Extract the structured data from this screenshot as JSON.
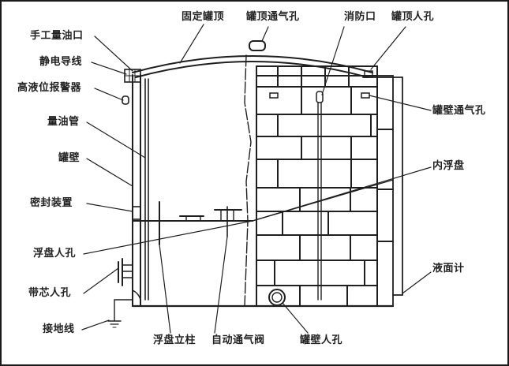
{
  "diagram": {
    "type": "internal floating roof storage tank cross-section",
    "stroke_color": "#1f1f1f",
    "background": "#ffffff",
    "labels": {
      "manual_gauge_hatch": "手工量油口",
      "static_conductor": "静电导线",
      "high_level_alarm": "高液位报警器",
      "gauge_pipe": "量油管",
      "tank_wall": "罐壁",
      "seal_device": "密封装置",
      "floating_roof_manhole": "浮盘人孔",
      "core_manhole": "带芯人孔",
      "grounding_wire": "接地线",
      "fixed_roof": "固定罐顶",
      "roof_vent": "罐顶通气孔",
      "fire_port": "消防口",
      "roof_manhole": "罐顶人孔",
      "wall_vent": "罐壁通气孔",
      "internal_floating_roof": "内浮盘",
      "level_gauge": "液面计",
      "floating_roof_column": "浮盘立柱",
      "auto_vent_valve": "自动通气阀",
      "wall_manhole": "罐壁人孔"
    }
  }
}
